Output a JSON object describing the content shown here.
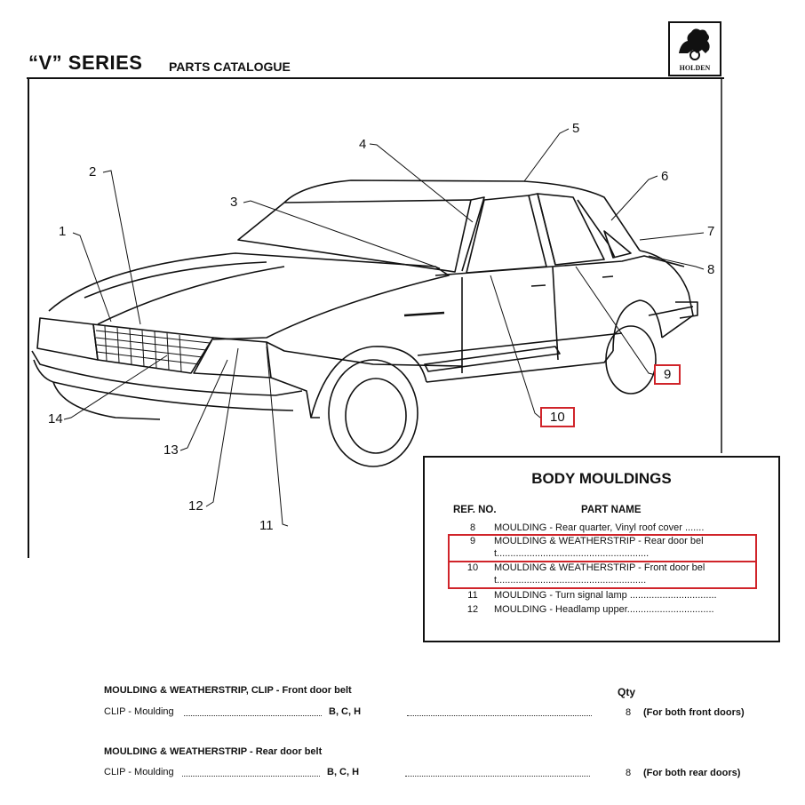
{
  "header": {
    "series": "“V” SERIES",
    "subtitle": "PARTS CATALOGUE",
    "logo_text": "HOLDEN"
  },
  "callouts": [
    "1",
    "2",
    "3",
    "4",
    "5",
    "6",
    "7",
    "8",
    "9",
    "10",
    "11",
    "12",
    "13",
    "14"
  ],
  "highlighted_callouts": [
    "9",
    "10"
  ],
  "table": {
    "title": "BODY MOULDINGS",
    "col_ref": "REF. NO.",
    "col_name": "PART NAME",
    "rows": [
      {
        "ref": "8",
        "name": "MOULDING - Rear quarter, Vinyl roof cover ......."
      },
      {
        "ref": "9",
        "name": "MOULDING & WEATHERSTRIP - Rear door belt........................................................"
      },
      {
        "ref": "10",
        "name": "MOULDING & WEATHERSTRIP - Front door belt......................................................."
      },
      {
        "ref": "11",
        "name": "MOULDING - Turn signal lamp ................................"
      },
      {
        "ref": "12",
        "name": "MOULDING - Headlamp upper................................"
      }
    ]
  },
  "footer": {
    "qty_label": "Qty",
    "sections": [
      {
        "title": "MOULDING & WEATHERSTRIP, CLIP - Front door belt",
        "item": "CLIP - Moulding",
        "codes": "B, C, H",
        "qty": "8",
        "note": "(For both front doors)"
      },
      {
        "title": "MOULDING & WEATHERSTRIP - Rear door belt",
        "item": "CLIP - Moulding",
        "codes": "B, C, H",
        "qty": "8",
        "note": "(For both rear doors)"
      }
    ]
  },
  "colors": {
    "highlight": "#d0242a",
    "ink": "#111111"
  },
  "icons": [
    "holden-lion-logo-icon"
  ]
}
